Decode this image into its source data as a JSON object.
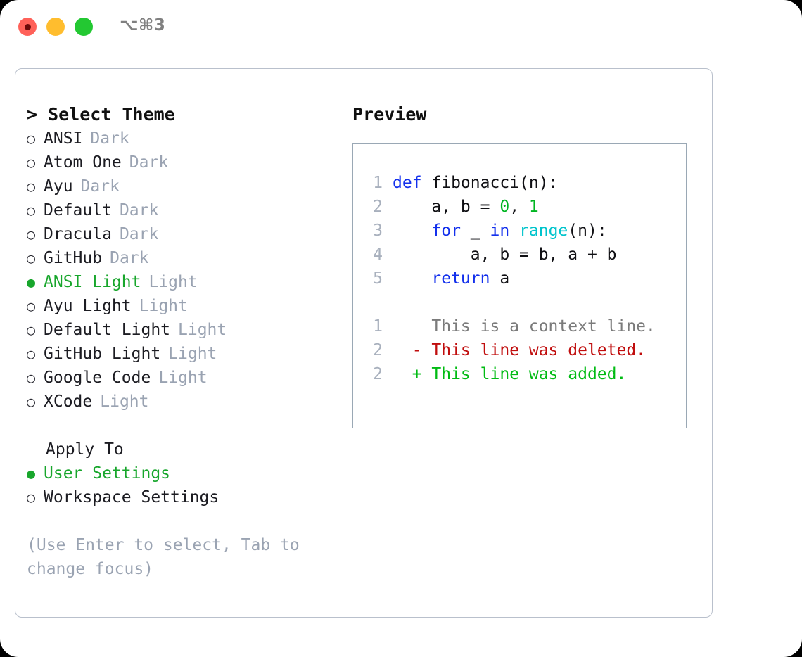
{
  "titlebar": {
    "shortcut": "⌥⌘3",
    "buttons": [
      {
        "name": "close",
        "color": "#ff6159"
      },
      {
        "name": "minimize",
        "color": "#ffbd2e"
      },
      {
        "name": "maximize",
        "color": "#23c832"
      }
    ]
  },
  "theme_picker": {
    "header": "> Select Theme",
    "selected_marker": "●",
    "unselected_marker": "○",
    "items": [
      {
        "name": "ANSI",
        "kind": "Dark",
        "selected": false
      },
      {
        "name": "Atom One",
        "kind": "Dark",
        "selected": false
      },
      {
        "name": "Ayu",
        "kind": "Dark",
        "selected": false
      },
      {
        "name": "Default",
        "kind": "Dark",
        "selected": false
      },
      {
        "name": "Dracula",
        "kind": "Dark",
        "selected": false
      },
      {
        "name": "GitHub",
        "kind": "Dark",
        "selected": false
      },
      {
        "name": "ANSI Light",
        "kind": "Light",
        "selected": true
      },
      {
        "name": "Ayu Light",
        "kind": "Light",
        "selected": false
      },
      {
        "name": "Default Light",
        "kind": "Light",
        "selected": false
      },
      {
        "name": "GitHub Light",
        "kind": "Light",
        "selected": false
      },
      {
        "name": "Google Code",
        "kind": "Light",
        "selected": false
      },
      {
        "name": "XCode",
        "kind": "Light",
        "selected": false
      }
    ]
  },
  "apply_to": {
    "title": "Apply To",
    "options": [
      {
        "label": "User Settings",
        "selected": true
      },
      {
        "label": "Workspace Settings",
        "selected": false
      }
    ]
  },
  "hint": "(Use Enter to select, Tab to change focus)",
  "preview": {
    "title": "Preview",
    "code_lines": [
      {
        "num": "1",
        "tokens": [
          {
            "t": "def",
            "c": "kw"
          },
          {
            "t": " fibonacci(n):",
            "c": "plain"
          }
        ]
      },
      {
        "num": "2",
        "tokens": [
          {
            "t": "    a, b = ",
            "c": "plain"
          },
          {
            "t": "0",
            "c": "num"
          },
          {
            "t": ", ",
            "c": "plain"
          },
          {
            "t": "1",
            "c": "num"
          }
        ]
      },
      {
        "num": "3",
        "tokens": [
          {
            "t": "    ",
            "c": "plain"
          },
          {
            "t": "for",
            "c": "kw"
          },
          {
            "t": " _ ",
            "c": "plain"
          },
          {
            "t": "in",
            "c": "kw"
          },
          {
            "t": " ",
            "c": "plain"
          },
          {
            "t": "range",
            "c": "bif"
          },
          {
            "t": "(n):",
            "c": "plain"
          }
        ]
      },
      {
        "num": "4",
        "tokens": [
          {
            "t": "        a, b = b, a + b",
            "c": "plain"
          }
        ]
      },
      {
        "num": "5",
        "tokens": [
          {
            "t": "    ",
            "c": "plain"
          },
          {
            "t": "return",
            "c": "kw"
          },
          {
            "t": " a",
            "c": "plain"
          }
        ]
      }
    ],
    "diff_lines": [
      {
        "num": "1",
        "sign": " ",
        "text": " This is a context line.",
        "kind": "ctx"
      },
      {
        "num": "2",
        "sign": "-",
        "text": " This line was deleted.",
        "kind": "del"
      },
      {
        "num": "2",
        "sign": "+",
        "text": " This line was added.",
        "kind": "add"
      }
    ]
  },
  "colors": {
    "accent_green": "#18a62c",
    "muted": "#9aa3b2",
    "keyword": "#1330ec",
    "builtin": "#00c4cc",
    "number": "#00b521",
    "diff_delete": "#c00d0d",
    "diff_add": "#00bb13",
    "panel_border": "#b9c0cc",
    "preview_border": "#9aa8b5"
  }
}
